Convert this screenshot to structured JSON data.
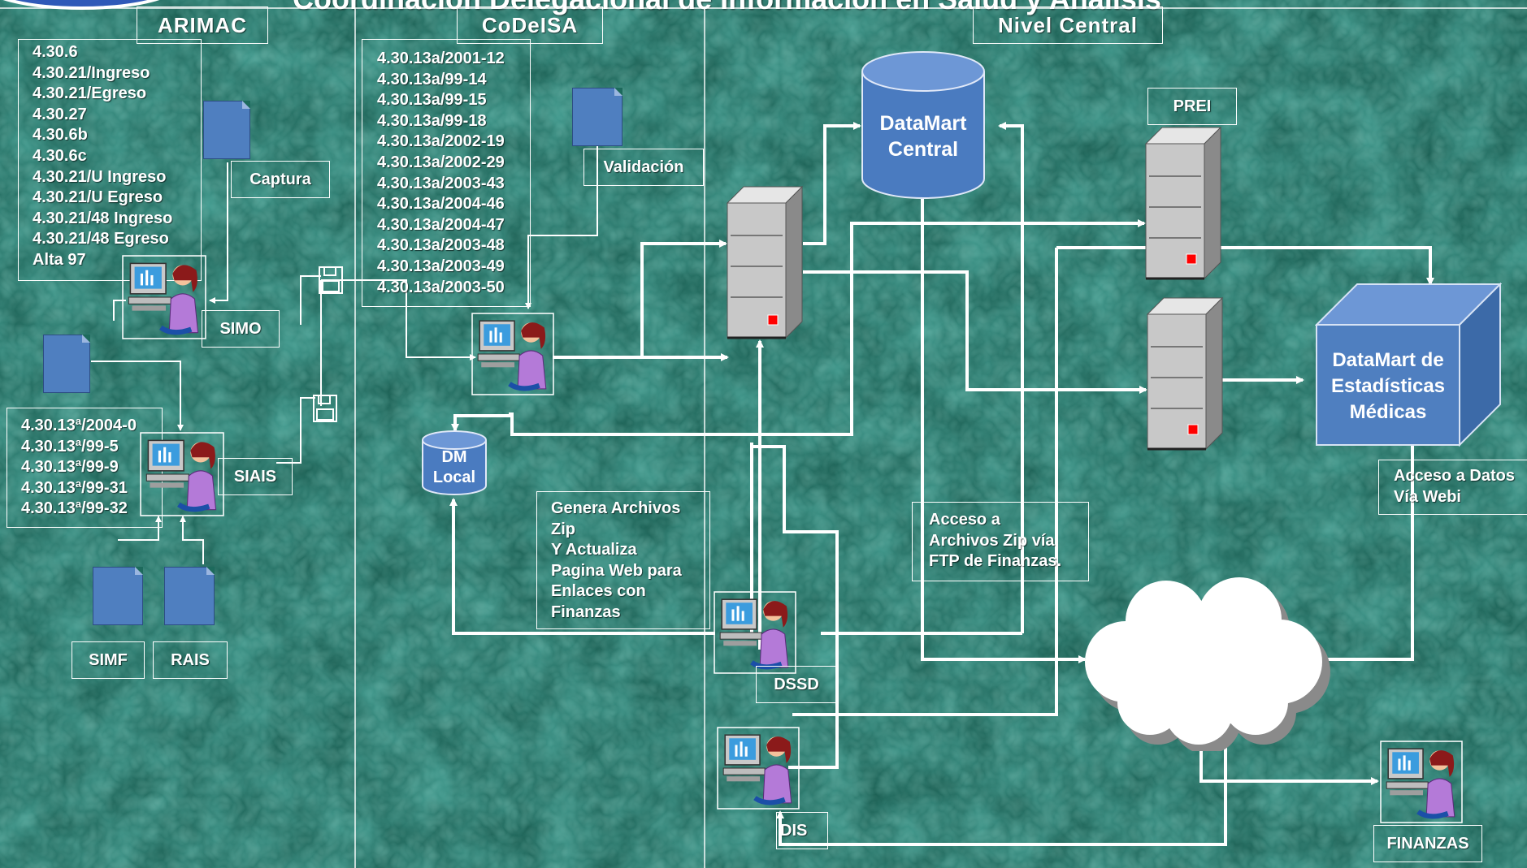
{
  "title": "Coordinación Delegacional de Información en Salud y Análisis",
  "sections": {
    "arimac": "ARIMAC",
    "codeisa": "CoDeISA",
    "nivel_central": "Nivel Central"
  },
  "arimac_forms": [
    "4.30.6",
    "4.30.21/Ingreso",
    "4.30.21/Egreso",
    "4.30.27",
    "4.30.6b",
    "4.30.6c",
    "4.30.21/U Ingreso",
    "4.30.21/U Egreso",
    "4.30.21/48 Ingreso",
    "4.30.21/48 Egreso",
    "Alta 97"
  ],
  "siais_forms": [
    "4.30.13ª/2004-0",
    "4.30.13ª/99-5",
    "4.30.13ª/99-9",
    "4.30.13ª/99-31",
    "4.30.13ª/99-32"
  ],
  "codeisa_forms": [
    "4.30.13a/2001-12",
    "4.30.13a/99-14",
    "4.30.13a/99-15",
    "4.30.13a/99-18",
    "4.30.13a/2002-19",
    "4.30.13a/2002-29",
    "4.30.13a/2003-43",
    "4.30.13a/2004-46",
    "4.30.13a/2004-47",
    "4.30.13a/2003-48",
    "4.30.13a/2003-49",
    "4.30.13a/2003-50"
  ],
  "labels": {
    "captura": "Captura",
    "simo": "SIMO",
    "siais": "SIAIS",
    "simf": "SIMF",
    "rais": "RAIS",
    "validacion": "Validación",
    "dm_local_1": "DM",
    "dm_local_2": "Local",
    "datamart_central_1": "DataMart",
    "datamart_central_2": "Central",
    "prei": "PREI",
    "datamart_estadisticas": [
      "DataMart de",
      "Estadísticas",
      "Médicas"
    ],
    "acceso_webi": [
      "Acceso a Datos",
      "Vía Webi"
    ],
    "acceso_zip": [
      "Acceso a",
      "Archivos Zip vía",
      "FTP de Finanzas."
    ],
    "genera_zip": [
      "Genera Archivos",
      "Zip",
      "Y Actualiza",
      "Pagina Web para",
      "Enlaces con",
      "Finanzas"
    ],
    "dssd": "DSSD",
    "dis": "DIS",
    "finanzas": "FINANZAS"
  },
  "colors": {
    "background": "#1d6a5c",
    "document_blue": "#4f7fc0",
    "cylinder_blue": "#4a7bc0",
    "server_gray": "#c8c8c8",
    "indicator_red": "#ff0000"
  }
}
